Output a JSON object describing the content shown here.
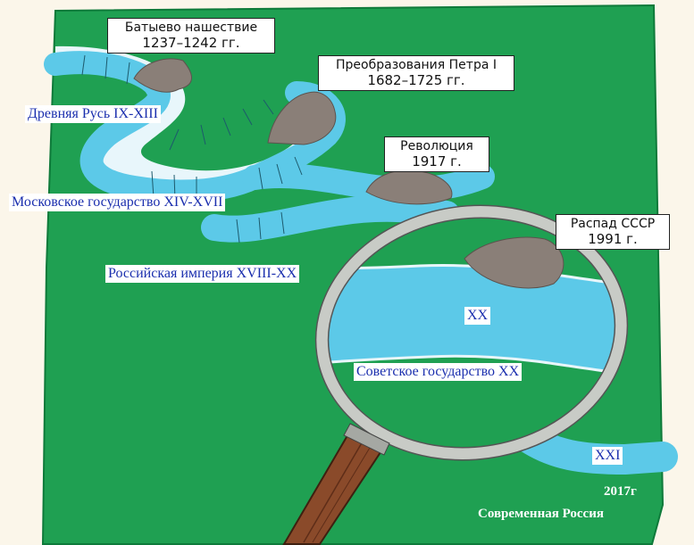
{
  "callouts": {
    "batu": {
      "title": "Батыево нашествие",
      "years": "1237–1242 гг."
    },
    "peter": {
      "title": "Преобразования Петра I",
      "years": "1682–1725 гг."
    },
    "revolution": {
      "title": "Революция",
      "years": "1917 г."
    },
    "ussr_collapse": {
      "title": "Распад СССР",
      "years": "1991 г."
    }
  },
  "eras": {
    "ancient_rus": "Древняя Русь IX-XIII",
    "moscow_state": "Московское государство XIV-XVII",
    "russian_empire": "Российская империя XVIII-XX",
    "xx": "XX",
    "soviet_state": "Советское государство XX",
    "xxi": "XXI"
  },
  "footer": {
    "year": "2017г",
    "modern_russia": "Современная Россия"
  },
  "colors": {
    "grass": "#1fa052",
    "river": "#5cc9e8",
    "river_edge": "#e8f6fb",
    "rock": "#8a7f78",
    "era_text": "#1b2fae",
    "magnifier_rim": "#c8cbc6",
    "handle": "#8a4a2a"
  }
}
